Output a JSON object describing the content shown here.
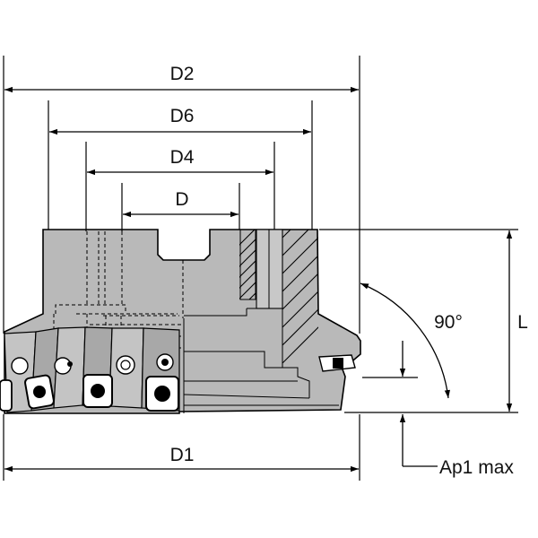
{
  "labels": {
    "d2": "D2",
    "d6": "D6",
    "d4": "D4",
    "d": "D",
    "d1": "D1",
    "l": "L",
    "angle": "90°",
    "ap1": "Ap1 max"
  },
  "colors": {
    "body": "#b9b9b9",
    "line": "#000000",
    "background": "#ffffff"
  }
}
